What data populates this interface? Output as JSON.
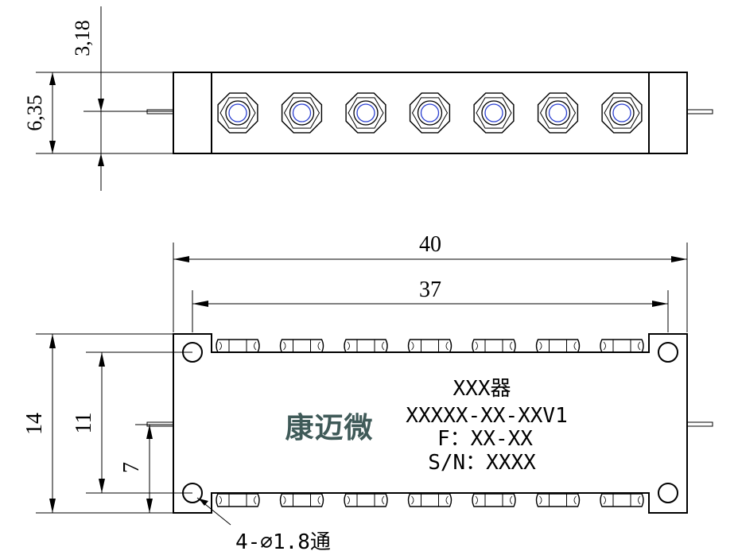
{
  "top_view": {
    "dim_upper": "3,18",
    "dim_lower": "6,35",
    "connector_count": 7
  },
  "front_view": {
    "dim_width_outer": "40",
    "dim_width_inner": "37",
    "dim_height_outer": "14",
    "dim_height_inner": "11",
    "dim_offset": "7",
    "hole_note": "4-∅1.8通",
    "brand": "康迈微",
    "label_lines": [
      "XXX器",
      "XXXXX-XX-XXV1",
      "F：XX-XX",
      "S/N：XXXX"
    ],
    "hex_nut_count": 7
  }
}
